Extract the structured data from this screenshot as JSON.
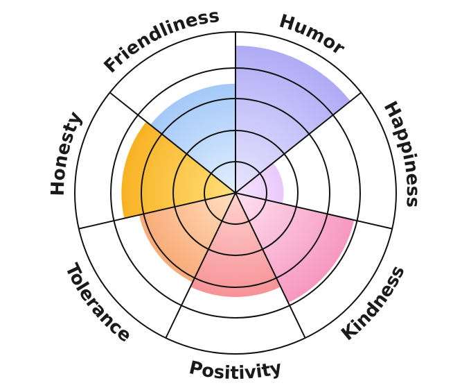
{
  "chart_data": {
    "type": "radial-bar",
    "title": "",
    "scale_max": 5,
    "grid": true,
    "categories": [
      "Humor",
      "Happiness",
      "Kindness",
      "Positivity",
      "Tolerance",
      "Honesty",
      "Friendliness"
    ],
    "values": [
      5.8,
      1.9,
      4.8,
      4.1,
      3.9,
      4.5,
      4.3
    ],
    "colors": [
      [
        "#e9e6ff",
        "#a9a6f5"
      ],
      [
        "#f6e3ff",
        "#c98ef0"
      ],
      [
        "#ffe2f0",
        "#f47fb0"
      ],
      [
        "#ffd3cf",
        "#f2707a"
      ],
      [
        "#ffe0c0",
        "#f5884a"
      ],
      [
        "#ffe07a",
        "#f5a000"
      ],
      [
        "#e2efff",
        "#86b6f5"
      ]
    ]
  }
}
